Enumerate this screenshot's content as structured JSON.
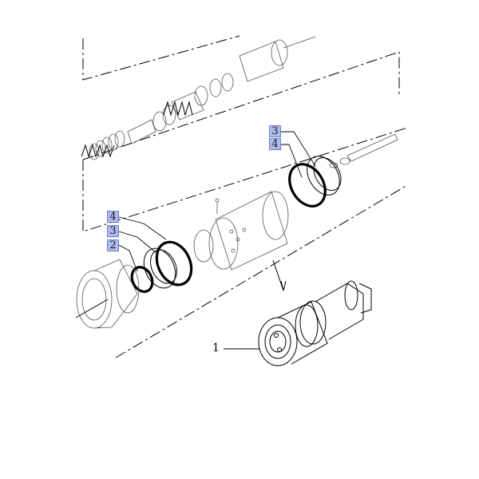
{
  "callouts": {
    "c3_top": "3",
    "c4_top": "4",
    "c4_left": "4",
    "c3_left": "3",
    "c2_left": "2"
  },
  "labels": {
    "part_1": "1"
  },
  "colors": {
    "callout_fill": "#aebbe8",
    "callout_border": "#6b7fc6",
    "line": "#000000"
  }
}
